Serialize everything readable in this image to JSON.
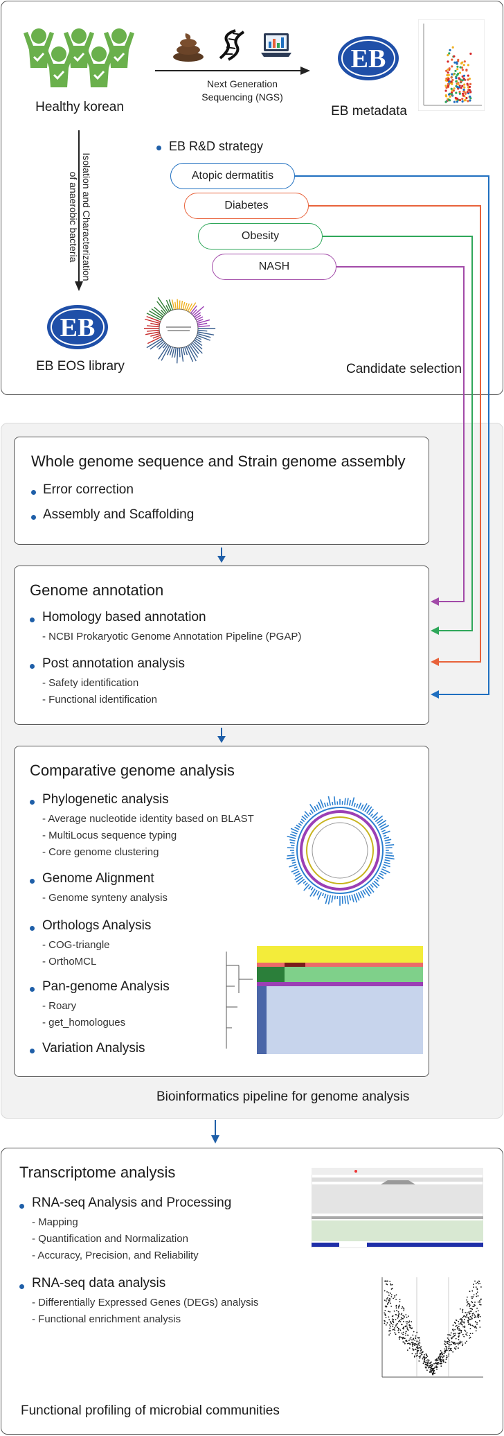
{
  "top": {
    "healthy_label": "Healthy korean",
    "ngs_label_line1": "Next Generation",
    "ngs_label_line2": "Sequencing (NGS)",
    "metadata_label": "EB metadata",
    "isolation_line1": "Isolation and Characterization",
    "isolation_line2": "of anaerobic bacteria",
    "library_label": "EB EOS library",
    "strategy_title": "EB R&D strategy",
    "strategies": [
      "Atopic dermatitis",
      "Diabetes",
      "Obesity",
      "NASH"
    ],
    "candidate_label": "Candidate selection",
    "logo_text": "EB"
  },
  "pipeline": {
    "wgs": {
      "title": "Whole genome sequence and Strain genome assembly",
      "items": [
        "Error correction",
        "Assembly and Scaffolding"
      ]
    },
    "annotation": {
      "title": "Genome annotation",
      "item1": "Homology based annotation",
      "item1_sub": "- NCBI Prokaryotic Genome Annotation Pipeline (PGAP)",
      "item2": "Post annotation analysis",
      "item2_subs": [
        "- Safety identification",
        "- Functional identification"
      ]
    },
    "comparative": {
      "title": "Comparative genome analysis",
      "sections": [
        {
          "name": "Phylogenetic analysis",
          "subs": [
            "- Average nucleotide identity based on BLAST",
            "- MultiLocus sequence typing",
            "- Core genome clustering"
          ]
        },
        {
          "name": "Genome Alignment",
          "subs": [
            "- Genome synteny analysis"
          ]
        },
        {
          "name": "Orthologs Analysis",
          "subs": [
            "- COG-triangle",
            "- OrthoMCL"
          ]
        },
        {
          "name": "Pan-genome Analysis",
          "subs": [
            "- Roary",
            "- get_homologues"
          ]
        },
        {
          "name": "Variation Analysis",
          "subs": []
        }
      ]
    },
    "caption": "Bioinformatics pipeline for genome analysis"
  },
  "transcriptome": {
    "title": "Transcriptome analysis",
    "sec1": "RNA-seq Analysis and Processing",
    "sec1_subs": [
      "- Mapping",
      "- Quantification and Normalization",
      "- Accuracy, Precision, and Reliability"
    ],
    "sec2": "RNA-seq data analysis",
    "sec2_subs": [
      "- Differentially Expressed Genes (DEGs) analysis",
      "- Functional enrichment analysis"
    ],
    "caption": "Functional profiling of microbial communities"
  },
  "colors": {
    "accent_blue": "#1f5fa8",
    "atopic": "#1f6fc0",
    "diabetes": "#e8623a",
    "obesity": "#2fa75a",
    "nash": "#a24aa8",
    "people_green": "#6ab04c"
  }
}
